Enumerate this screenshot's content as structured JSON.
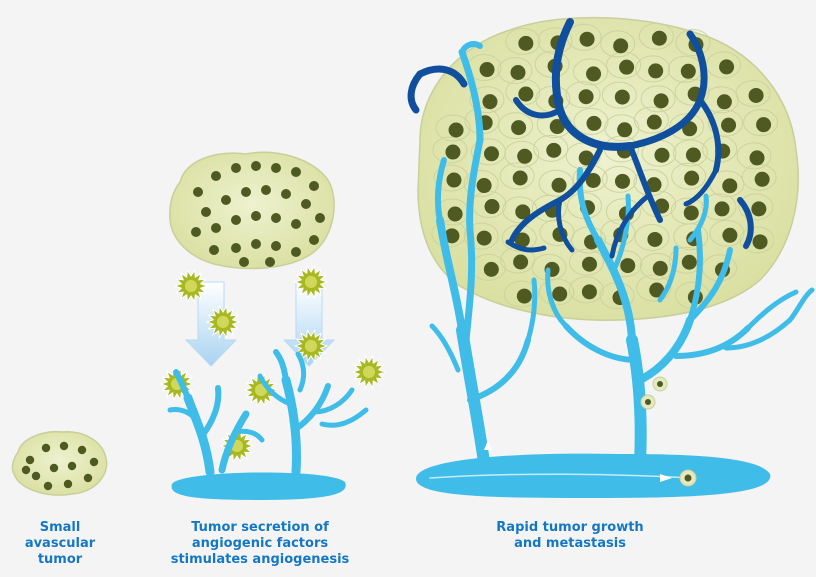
{
  "stages": [
    {
      "caption_lines": [
        "Small",
        "avascular",
        "tumor"
      ]
    },
    {
      "caption_lines": [
        "Tumor secretion of",
        "angiogenic factors",
        "stimulates angiogenesis"
      ]
    },
    {
      "caption_lines": [
        "Rapid tumor growth",
        "and metastasis"
      ]
    }
  ],
  "colors": {
    "background": "#f4f4f4",
    "tumor_cell_fill": "#e4e9c0",
    "tumor_cell_outline": "#c9cf9a",
    "nucleus": "#4f5a22",
    "vessel": "#3fbde8",
    "vessel_dark": "#0f4f9e",
    "factor": "#a8b820",
    "arrow": "#c9e4f7",
    "caption": "#1477c4"
  }
}
